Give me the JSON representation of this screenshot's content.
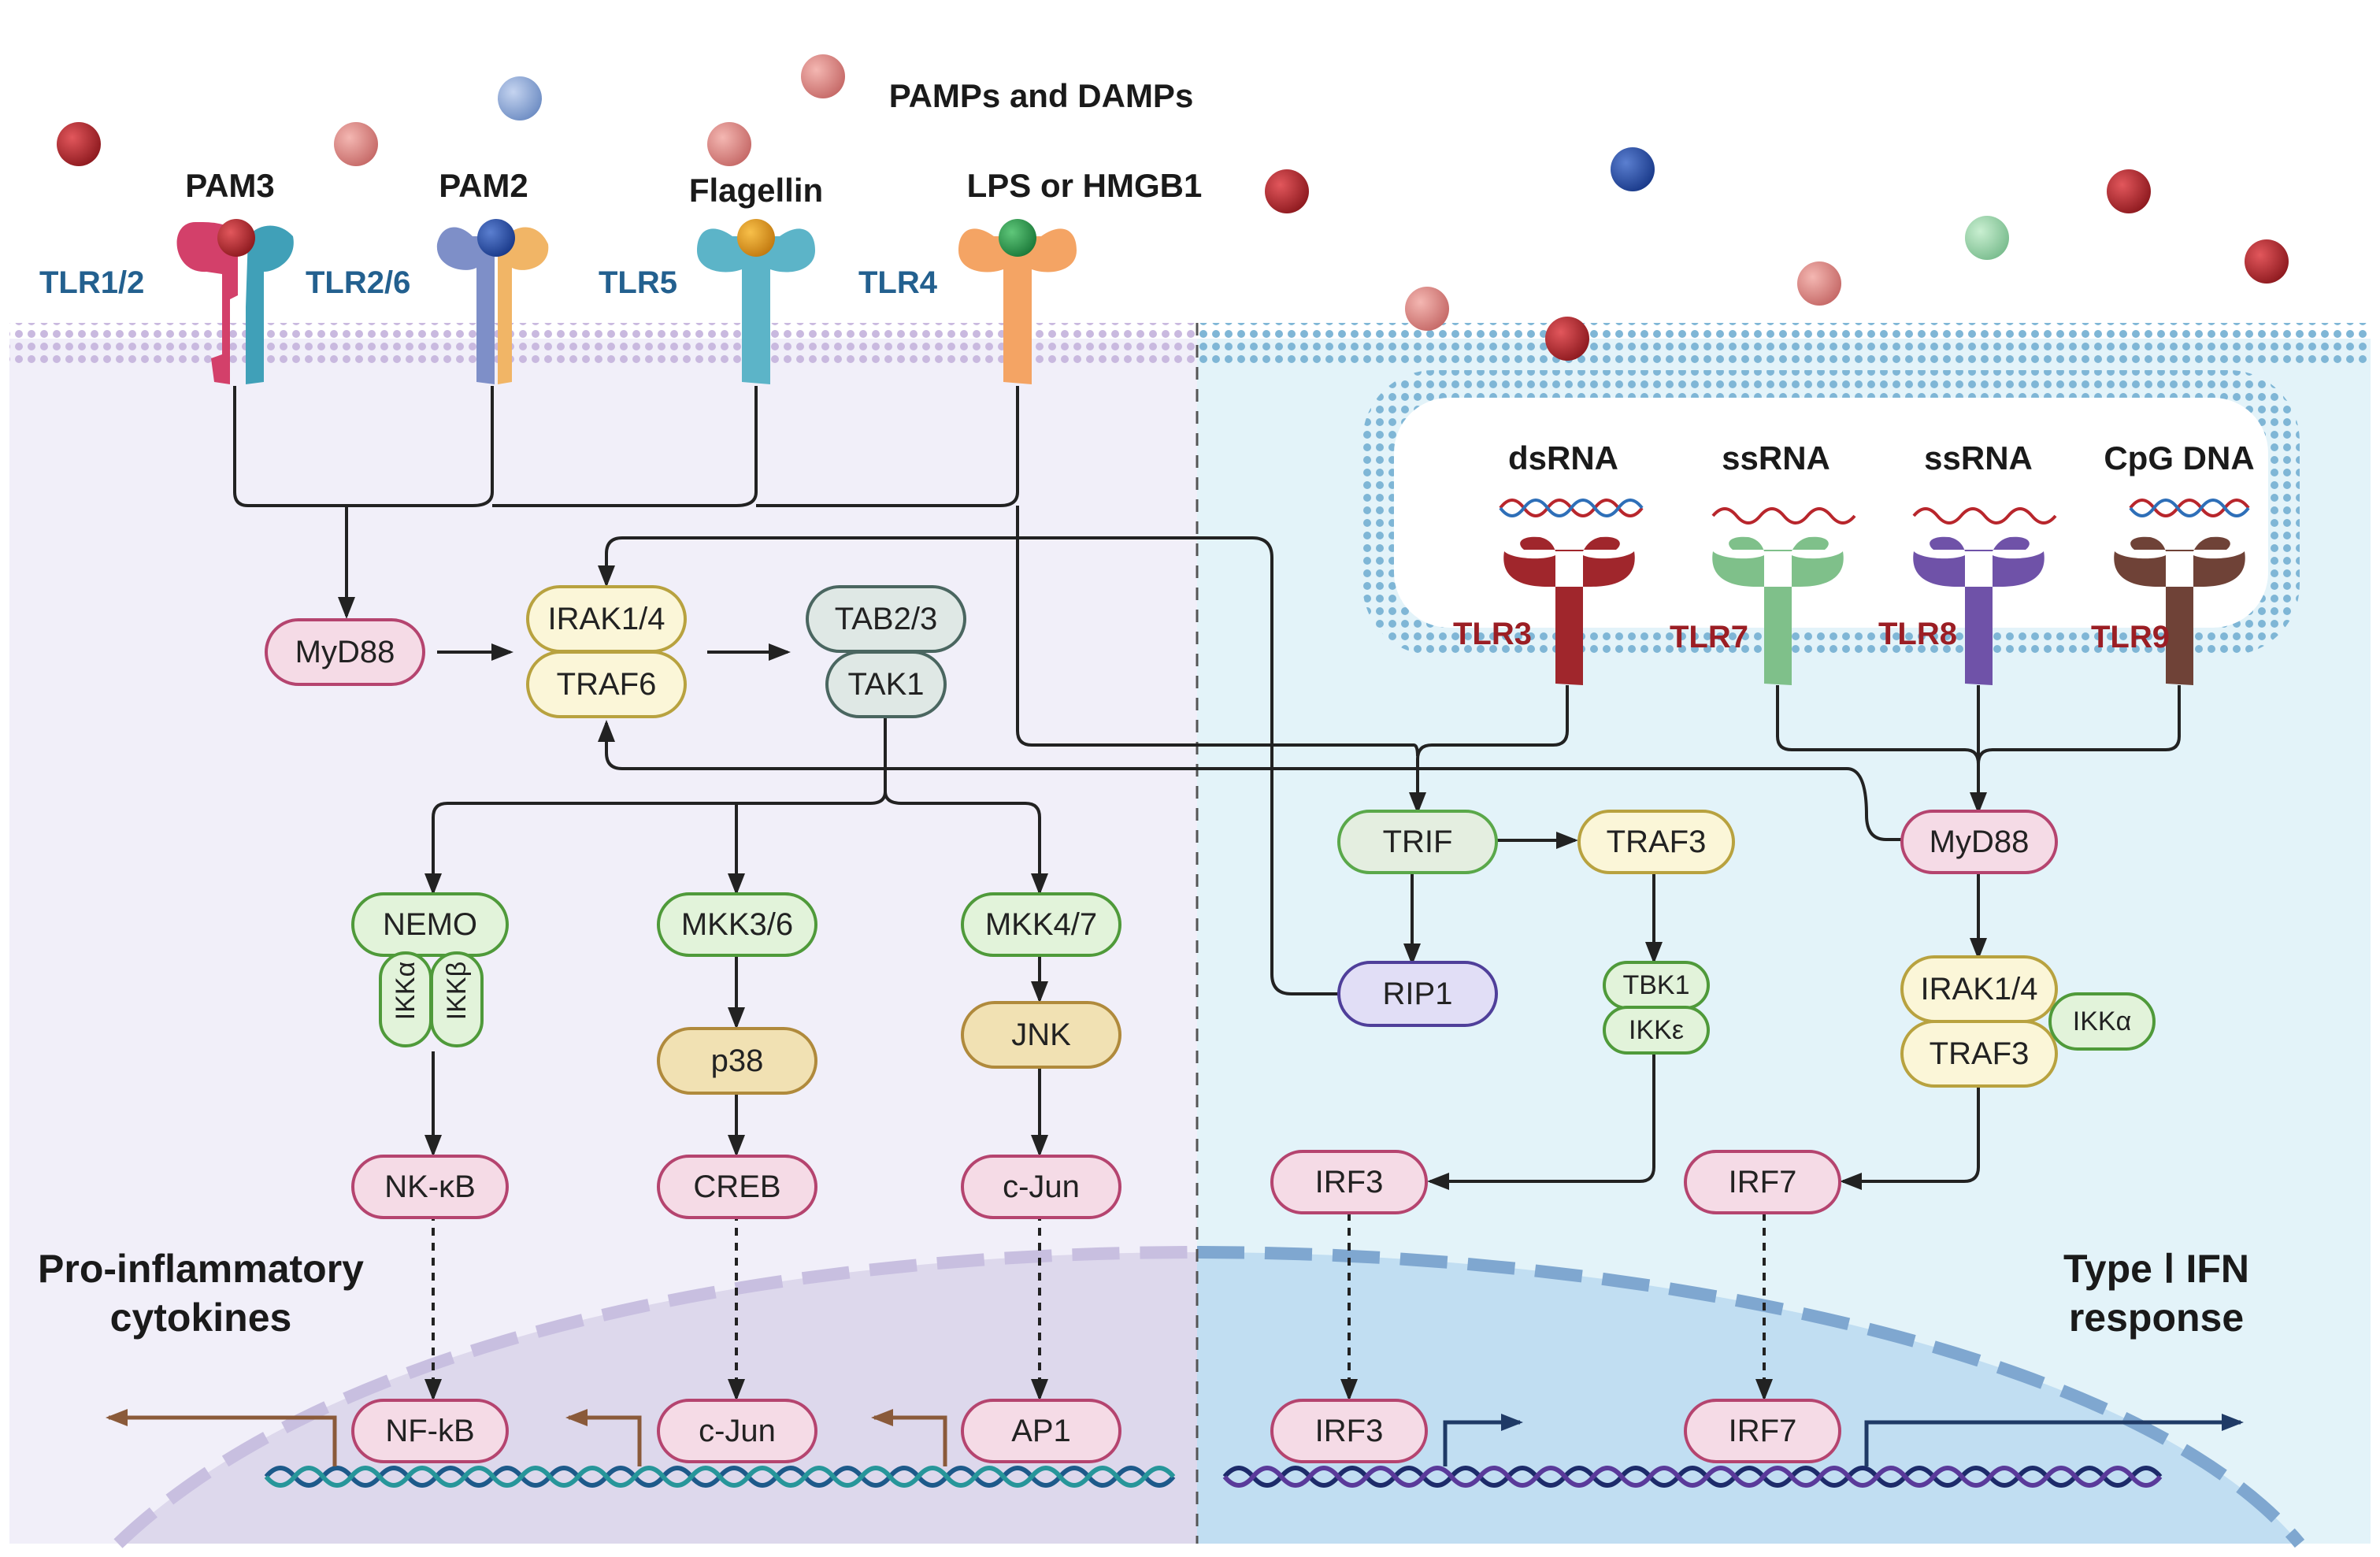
{
  "header": {
    "ligands_label": "PAMPs and DAMPs"
  },
  "surface_ligands": [
    "PAM3",
    "PAM2",
    "Flagellin",
    "LPS or HMGB1"
  ],
  "surface_receptors": [
    "TLR1/2",
    "TLR2/6",
    "TLR5",
    "TLR4"
  ],
  "endosome_ligands": [
    "dsRNA",
    "ssRNA",
    "ssRNA",
    "CpG DNA"
  ],
  "endosome_receptors": [
    "TLR3",
    "TLR7",
    "TLR8",
    "TLR9"
  ],
  "left_pathway": {
    "myd88": "MyD88",
    "irak": "IRAK1/4",
    "traf6": "TRAF6",
    "tab": "TAB2/3",
    "tak1": "TAK1",
    "nemo": "NEMO",
    "ikka": "IKKα",
    "ikkb": "IKKβ",
    "mkk36": "MKK3/6",
    "mkk47": "MKK4/7",
    "p38": "p38",
    "jnk": "JNK",
    "nfkb_cyto": "NK-κB",
    "creb": "CREB",
    "cjun_cyto": "c-Jun",
    "nfkb_nuc": "NF-kB",
    "cjun_nuc": "c-Jun",
    "ap1": "AP1"
  },
  "right_pathway": {
    "trif": "TRIF",
    "traf3_a": "TRAF3",
    "rip1": "RIP1",
    "tbk1": "TBK1",
    "ikke": "IKKε",
    "myd88": "MyD88",
    "irak": "IRAK1/4",
    "traf3_b": "TRAF3",
    "ikka": "IKKα",
    "irf3_cyto": "IRF3",
    "irf7_cyto": "IRF7",
    "irf3_nuc": "IRF3",
    "irf7_nuc": "IRF7"
  },
  "outcomes": {
    "left_line1": "Pro-inflammatory",
    "left_line2": "cytokines",
    "right_line1": "Type Ⅰ IFN",
    "right_line2": "response"
  },
  "colors": {
    "left_bg": "#f1eff9",
    "right_bg": "#e3f3f9",
    "nucleus_left": "#ddd8ec",
    "nucleus_right": "#c1def2",
    "pink_node": "#f5dbe6",
    "pink_stroke": "#b5446f",
    "yellow_node": "#fbf6d8",
    "yellow_stroke": "#b8a23f",
    "gray_node": "#dfe8e5",
    "gray_stroke": "#4a6660",
    "green_node": "#e2f3da",
    "green_stroke": "#4f9a3a",
    "tan_node": "#f1e1b3",
    "tan_stroke": "#b08a3c",
    "purple_node": "#e1def6",
    "purple_stroke": "#4f3f9a"
  }
}
